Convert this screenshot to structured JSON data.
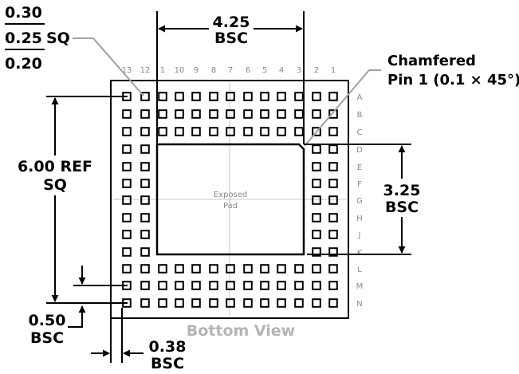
{
  "package": {
    "pad_size": {
      "max": "0.30",
      "nom": "0.25",
      "min": "0.20",
      "suffix": "SQ"
    },
    "top_span": {
      "value": "4.25",
      "unit": "BSC"
    },
    "left_span": {
      "value": "6.00 REF",
      "unit": "SQ"
    },
    "right_span": {
      "value": "3.25",
      "unit": "BSC"
    },
    "pitch": {
      "value": "0.50",
      "unit": "BSC"
    },
    "edge": {
      "value": "0.38",
      "unit": "BSC"
    },
    "chamfer_note": {
      "line1": "Chamfered",
      "line2": "Pin 1 (0.1 × 45°)"
    },
    "exposed_pad": {
      "line1": "Exposed",
      "line2": "Pad"
    },
    "view_label": "Bottom View",
    "column_labels": [
      "13",
      "12",
      "1",
      "10",
      "9",
      "8",
      "7",
      "6",
      "5",
      "4",
      "3",
      "2",
      "1"
    ],
    "row_labels": [
      "A",
      "B",
      "C",
      "D",
      "E",
      "F",
      "G",
      "H",
      "J",
      "K",
      "L",
      "M",
      "N"
    ],
    "colors": {
      "outline": "#000000",
      "label_gray": "#8a8a8a",
      "view_gray": "#b4b4b4",
      "center_line": "#c8c8c8"
    }
  }
}
